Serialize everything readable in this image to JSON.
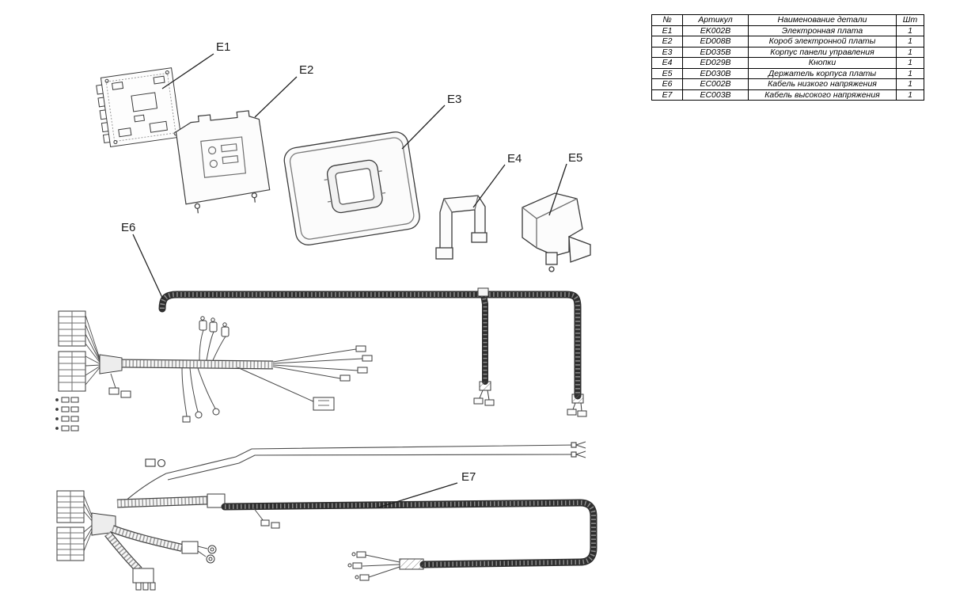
{
  "callouts": {
    "e1": "E1",
    "e2": "E2",
    "e3": "E3",
    "e4": "E4",
    "e5": "E5",
    "e6": "E6",
    "e7": "E7"
  },
  "table": {
    "headers": [
      "№",
      "Артикул",
      "Наименование детали",
      "Шт"
    ],
    "rows": [
      [
        "E1",
        "EK002B",
        "Электронная плата",
        "1"
      ],
      [
        "E2",
        "ED008B",
        "Короб электронной платы",
        "1"
      ],
      [
        "E3",
        "ED035B",
        "Корпус панели управления",
        "1"
      ],
      [
        "E4",
        "ED029B",
        "Кнопки",
        "1"
      ],
      [
        "E5",
        "ED030B",
        "Держатель корпуса платы",
        "1"
      ],
      [
        "E6",
        "EC002B",
        "Кабель низкого напряжения",
        "1"
      ],
      [
        "E7",
        "EC003B",
        "Кабель высокого напряжения",
        "1"
      ]
    ]
  },
  "colors": {
    "line": "#333333",
    "cable": "#2f2f2f",
    "table_border": "#000000"
  }
}
